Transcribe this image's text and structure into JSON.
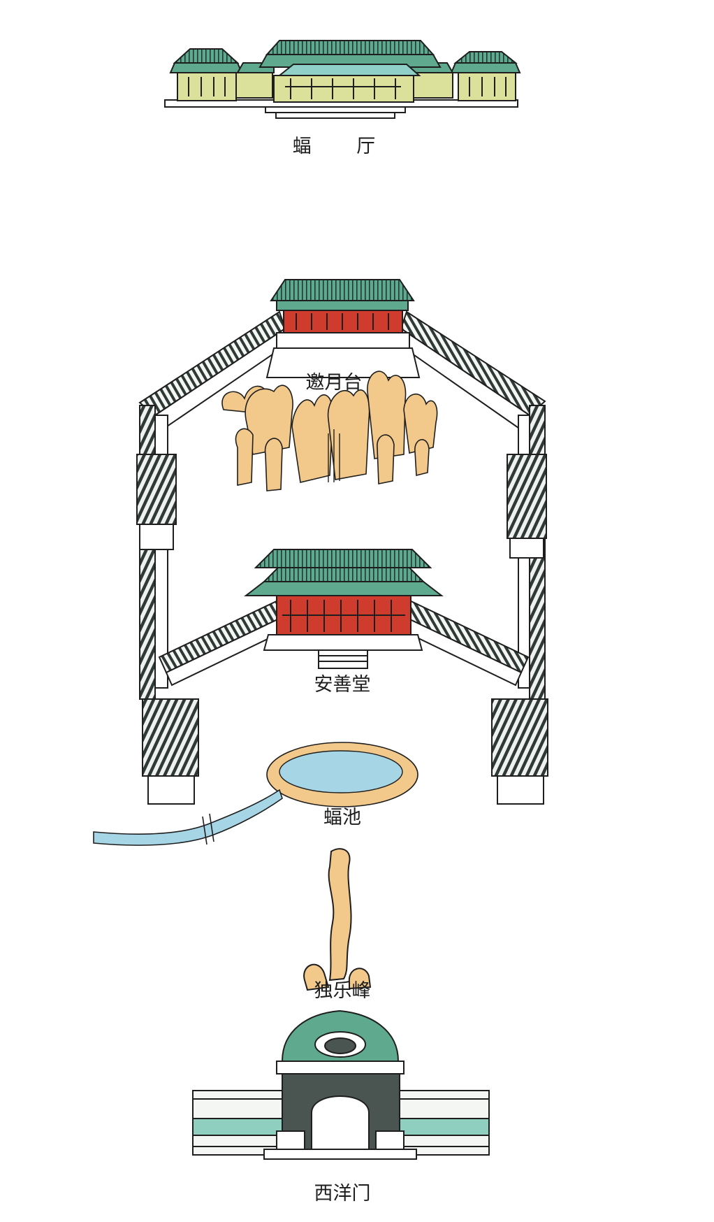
{
  "labels": {
    "bat_hall": "蝠 厅",
    "moon_terrace": "邀月台",
    "anshan_hall": "安善堂",
    "bat_pond": "蝠池",
    "dule_peak": "独乐峰",
    "western_gate": "西洋门"
  },
  "colors": {
    "roof_green": "#5faa8e",
    "wall_red": "#cf3b2c",
    "rock_ochre": "#f2c98a",
    "water_blue": "#a6d5e6",
    "hall_yellow": "#dbe09a",
    "wall_dark": "#2f3a36",
    "ink": "#1e1e1e"
  }
}
